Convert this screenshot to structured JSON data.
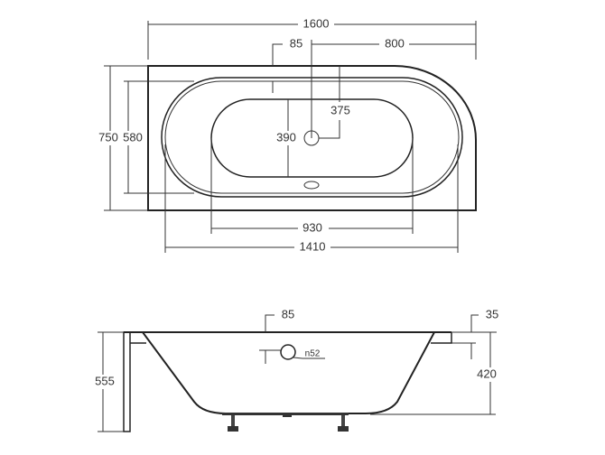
{
  "top_view": {
    "overall_length": "1600",
    "rim_offset": "85",
    "drain_offset": "800",
    "drain_to_back": "375",
    "basin_width": "390",
    "overall_width": "750",
    "inner_width": "580",
    "basin_length": "930",
    "inner_length": "1410"
  },
  "side_view": {
    "rim_offset": "85",
    "rim_thickness": "35",
    "overflow_diameter": "n52",
    "depth": "420",
    "overall_height": "555"
  }
}
